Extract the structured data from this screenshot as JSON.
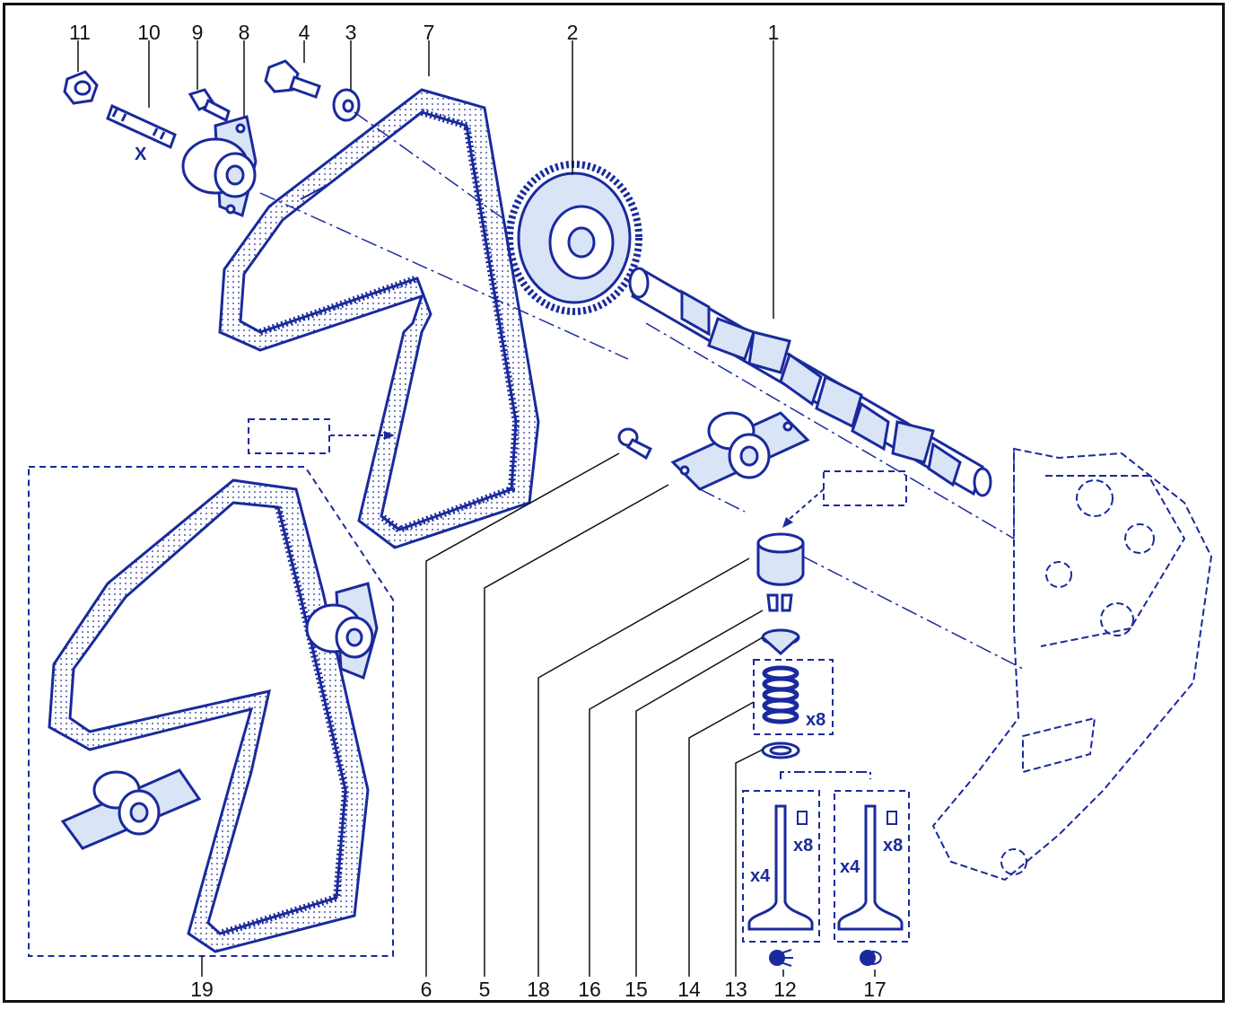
{
  "colors": {
    "line": "#1a2a9c",
    "fill": "#d9e4f7",
    "frame": "#111111",
    "callout": "#111111"
  },
  "callouts": {
    "p1": "1",
    "p2": "2",
    "p3": "3",
    "p4": "4",
    "p5": "5",
    "p6": "6",
    "p7": "7",
    "p8": "8",
    "p9": "9",
    "p10": "10",
    "p11": "11",
    "p12": "12",
    "p13": "13",
    "p14": "14",
    "p15": "15",
    "p16": "16",
    "p17": "17",
    "p18": "18",
    "p19": "19"
  },
  "marks": {
    "spring_qty": "x8",
    "intake_keeper_qty": "x8",
    "intake_valve_qty": "x4",
    "exhaust_keeper_qty": "x8",
    "exhaust_valve_qty": "x4",
    "stud_angle": "X"
  },
  "icons": {
    "intake": "intake-arrow-icon",
    "exhaust": "exhaust-flame-icon"
  }
}
